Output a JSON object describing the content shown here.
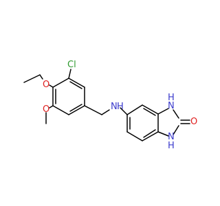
{
  "molecule": {
    "atom_labels": {
      "chlorine": "Cl",
      "ethoxy_oxygen": "O",
      "methoxy_oxygen": "O",
      "amine_n": "N",
      "amine_h": "H",
      "ring_n_top": "N",
      "ring_h_top": "H",
      "ring_n_bottom": "N",
      "ring_h_bottom": "H",
      "carbonyl_oxygen": "O"
    },
    "colors": {
      "bond": "#000000",
      "nitrogen": "#3a3acc",
      "oxygen": "#e02020",
      "chlorine": "#2e9a2e"
    }
  }
}
